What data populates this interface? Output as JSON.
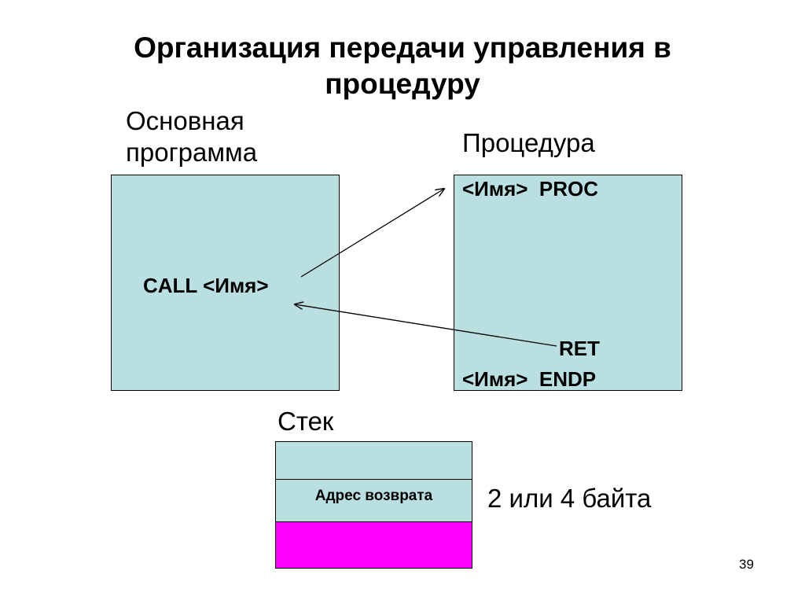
{
  "title": {
    "line1": "Организация передачи управления в",
    "line2": "процедуру"
  },
  "main_program": {
    "label_line1": "Основная",
    "label_line2": "программа",
    "call_text": "CALL <Имя>"
  },
  "procedure": {
    "label": "Процедура",
    "proc_line": "<Имя>  PROC",
    "ret_line": "RET",
    "endp_line": "<Имя>  ENDP"
  },
  "stack": {
    "label": "Стек",
    "return_address_label": "Адрес возврата",
    "size_note": "2 или 4 байта"
  },
  "page_number": "39",
  "colors": {
    "box_fill": "#b9dfe1",
    "stack_top_fill": "#b9dfe1",
    "stack_return_fill": "#b9dfe1",
    "stack_bottom_fill": "#ff00ff"
  }
}
